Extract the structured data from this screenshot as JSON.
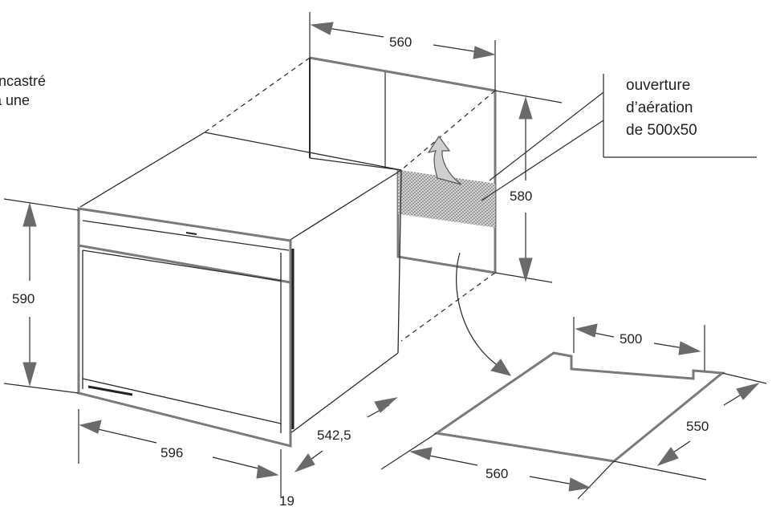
{
  "side_text": {
    "line1": "ncastré",
    "line2": "à une"
  },
  "note": {
    "line1": "ouverture",
    "line2": "d’aération",
    "line3": "de 500x50"
  },
  "dimensions": {
    "niche_width": "560",
    "niche_height": "580",
    "oven_height": "590",
    "oven_width": "596",
    "oven_depth": "542,5",
    "front_offset": "19",
    "shelf_cutout_width": "500",
    "shelf_depth": "550",
    "shelf_width": "560"
  },
  "colors": {
    "line": "#2a2a2a",
    "arrow": "#6a6a6a",
    "vent_fill": "#9a9a9a"
  }
}
